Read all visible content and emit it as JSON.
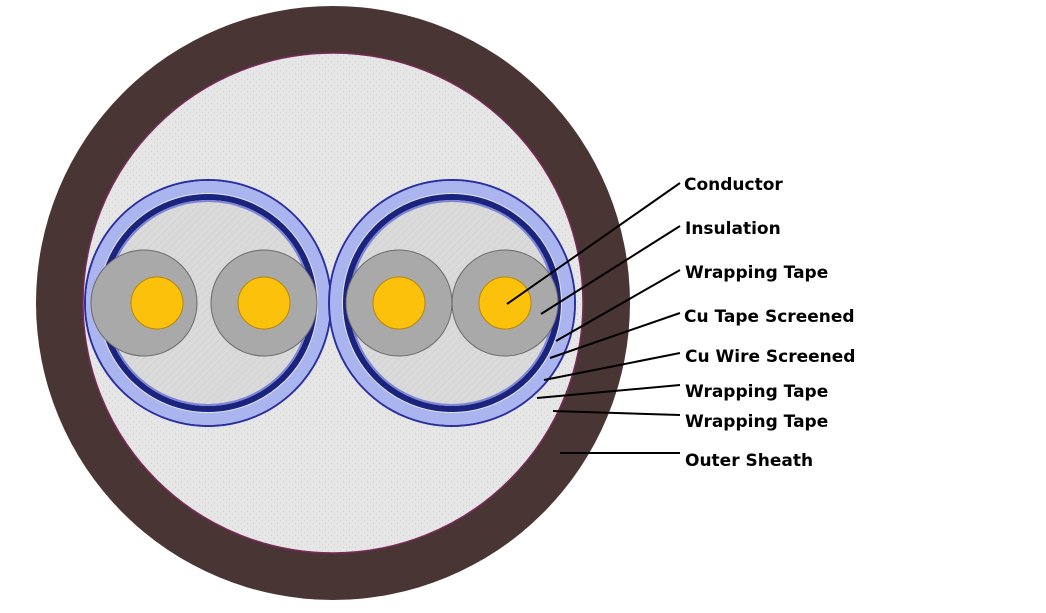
{
  "colors": {
    "outer_sheath": "#4a3535",
    "sheath_rim": "#7a2a5a",
    "filler": "#e4e4e4",
    "tape_screen": "#1a237e",
    "wire_screen": "#aab4ee",
    "insulation": "#a9a9a9",
    "conductor": "#fcc10b",
    "text": "#000000"
  },
  "labels": [
    {
      "id": "conductor",
      "text": "Conductor"
    },
    {
      "id": "insulation",
      "text": "Insulation"
    },
    {
      "id": "wrapping-tape-1",
      "text": "Wrapping Tape"
    },
    {
      "id": "cu-tape-screened",
      "text": "Cu Tape Screened"
    },
    {
      "id": "cu-wire-screened",
      "text": "Cu Wire Screened"
    },
    {
      "id": "wrapping-tape-2",
      "text": "Wrapping Tape"
    },
    {
      "id": "wrapping-tape-3",
      "text": "Wrapping Tape"
    },
    {
      "id": "outer-sheath",
      "text": "Outer Sheath"
    }
  ]
}
